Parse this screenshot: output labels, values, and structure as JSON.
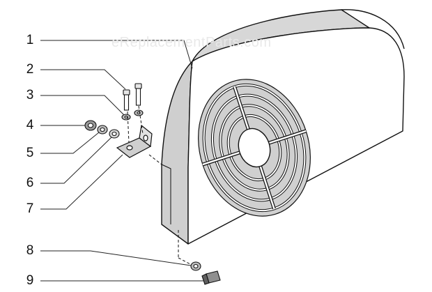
{
  "watermark": "eReplacementParts.com",
  "callouts": [
    {
      "number": "1",
      "part": "shroud"
    },
    {
      "number": "2",
      "part": "bolt"
    },
    {
      "number": "3",
      "part": "lock-washer"
    },
    {
      "number": "4",
      "part": "nut"
    },
    {
      "number": "5",
      "part": "lock-washer"
    },
    {
      "number": "6",
      "part": "flat-washer"
    },
    {
      "number": "7",
      "part": "mounting-bracket"
    },
    {
      "number": "8",
      "part": "washer"
    },
    {
      "number": "9",
      "part": "knob-screw"
    }
  ]
}
